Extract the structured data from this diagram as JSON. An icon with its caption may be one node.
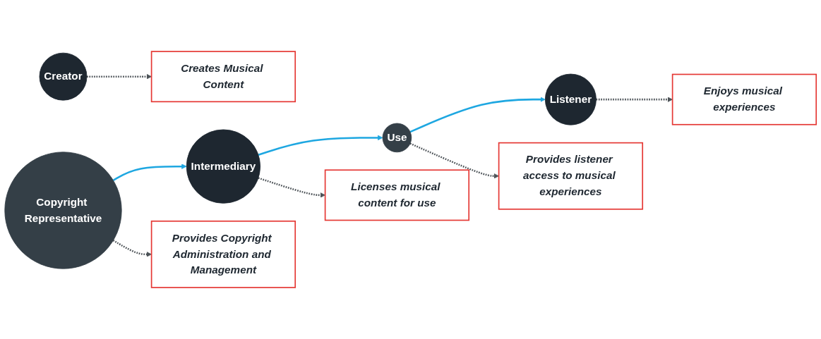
{
  "diagram": {
    "nodes": [
      {
        "text": [
          "Creator"
        ]
      },
      {
        "text": [
          "Copyright Representative"
        ]
      },
      {
        "text": [
          "Intermediary"
        ]
      },
      {
        "text": [
          "Use"
        ]
      },
      {
        "text": [
          "Listener"
        ]
      },
      {
        "text": [
          "Creates Musical Content"
        ]
      },
      {
        "text": [
          "Provides Copyright Administration and Management"
        ]
      },
      {
        "text": [
          "Licenses musical content for use"
        ]
      },
      {
        "text": [
          "Provides listener access to musical experiences"
        ]
      },
      {
        "text": [
          "Enjoys musical experiences"
        ]
      }
    ],
    "edges": [
      {
        "from": 1,
        "to": 2,
        "arrow": "to",
        "color": "#1ea7e1"
      },
      {
        "from": 2,
        "to": 3,
        "arrow": "to",
        "color": "#1ea7e1"
      },
      {
        "from": 3,
        "to": 4,
        "arrow": "to",
        "color": "#1ea7e1"
      },
      {
        "from": 0,
        "to": 5,
        "arrow": "to",
        "style": "dashed"
      },
      {
        "from": 1,
        "to": 6,
        "arrow": "to",
        "style": "dashed"
      },
      {
        "from": 2,
        "to": 7,
        "arrow": "to",
        "style": "dashed"
      },
      {
        "from": 3,
        "to": 8,
        "arrow": "to",
        "style": "dashed"
      },
      {
        "from": 4,
        "to": 9,
        "arrow": "to",
        "style": "dashed"
      }
    ]
  }
}
